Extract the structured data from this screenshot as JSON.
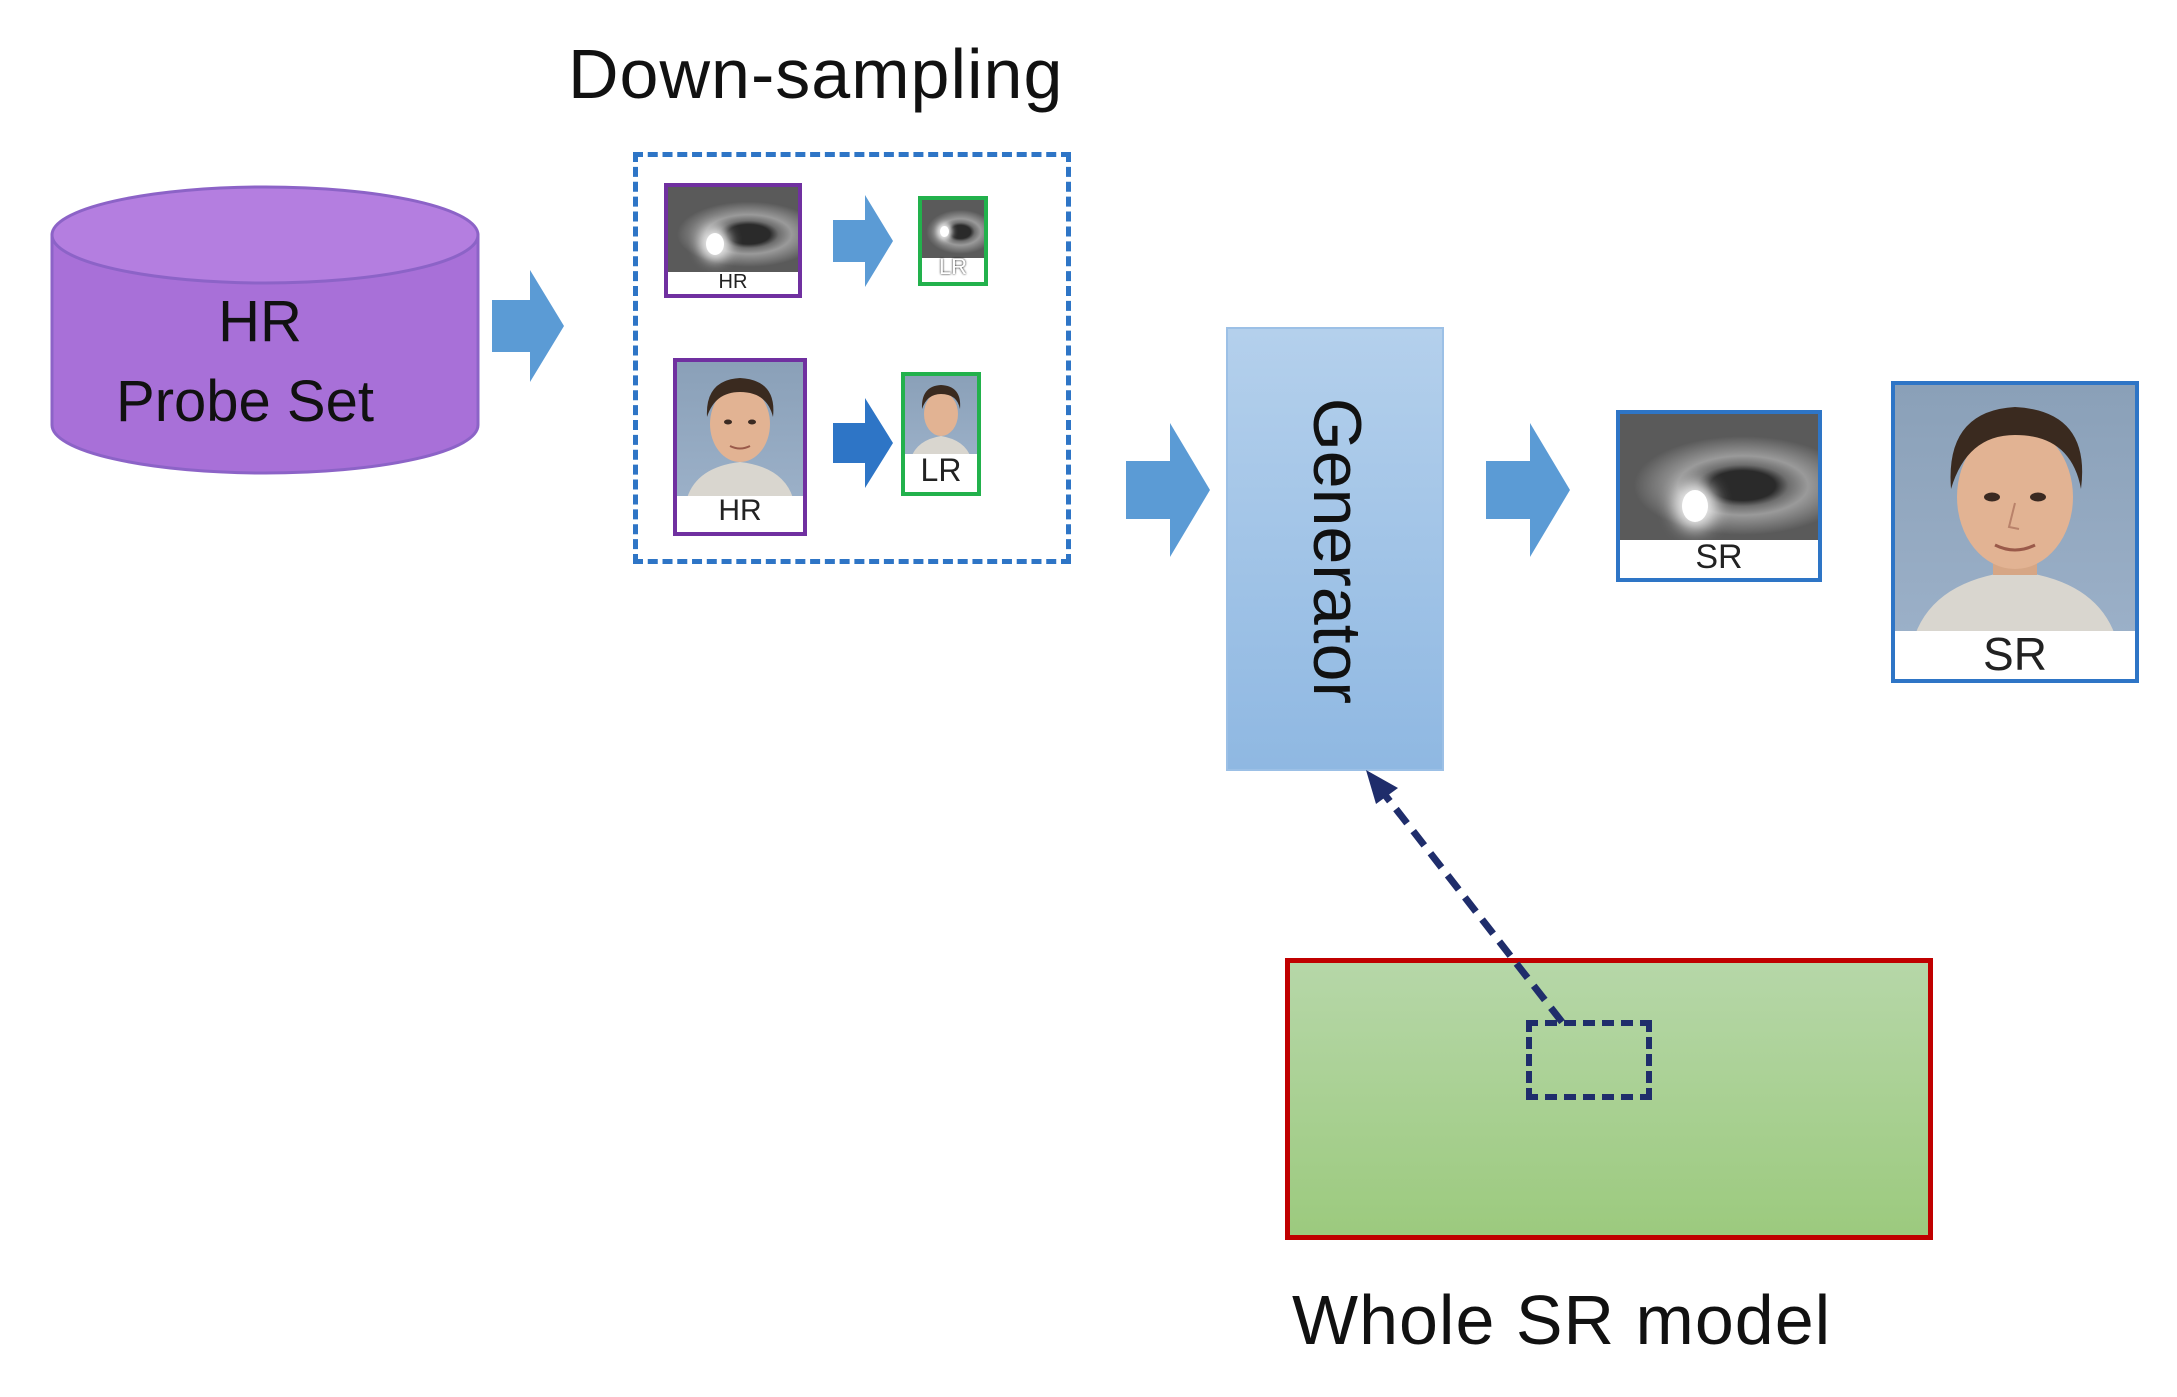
{
  "diagram": {
    "top_title": "Down-sampling",
    "database_label_line1": "HR",
    "database_label_line2": "Probe Set",
    "hr_label": "HR",
    "lr_label": "LR",
    "generator_label": "Generator",
    "sr_label": "SR",
    "bottom_title": "Whole SR model"
  },
  "colors": {
    "database_fill": "#a870d8",
    "arrow": "#5b9bd5",
    "dashed_box": "#2e75c6",
    "hr_frame": "#7030a0",
    "lr_frame": "#22b14c",
    "generator_fill": "#9dc3e6",
    "sr_frame": "#2e75c6",
    "model_fill": "#a9d18e",
    "model_border": "#c00000",
    "link_dash": "#1f2d6b"
  },
  "icons": [
    "database-icon",
    "arrow-right-icon",
    "eye-image-icon",
    "face-image-icon"
  ]
}
